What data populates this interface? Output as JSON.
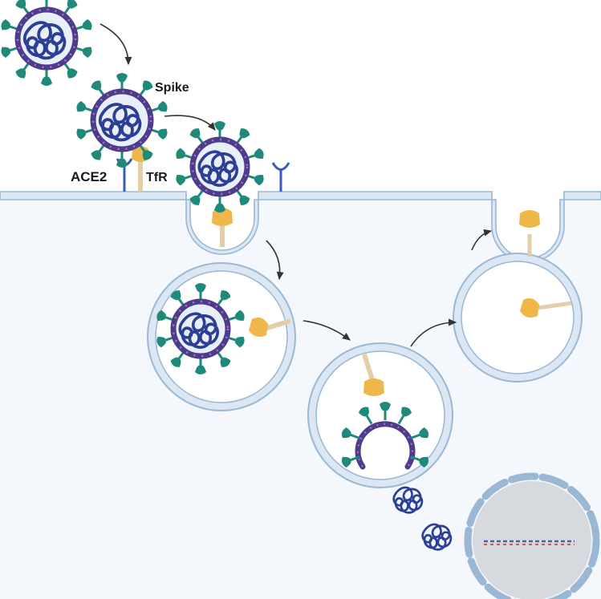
{
  "labels": {
    "spike": "Spike",
    "ace2": "ACE2",
    "tfr": "TfR"
  },
  "colors": {
    "cell_interior": "#f4f8fc",
    "membrane_stroke": "#9ab7d3",
    "membrane_fill": "#dbe8f4",
    "virus_envelope": "#4b3c8c",
    "virus_dots": "#c56bb8",
    "spike_protein": "#1f8a7a",
    "ace2_receptor": "#3a5bb8",
    "tfr_receptor": "#efb64a",
    "tfr_stalk": "#e2cfa9",
    "rna": "#2c3f95",
    "nucleus_fill": "#d6d9de",
    "nucleus_envelope": "#9ab7d3"
  },
  "icons": [
    "virus-icon",
    "ace2-receptor-icon",
    "tfr-receptor-icon",
    "viral-rna-icon",
    "nucleus-icon",
    "arrow-icon"
  ]
}
